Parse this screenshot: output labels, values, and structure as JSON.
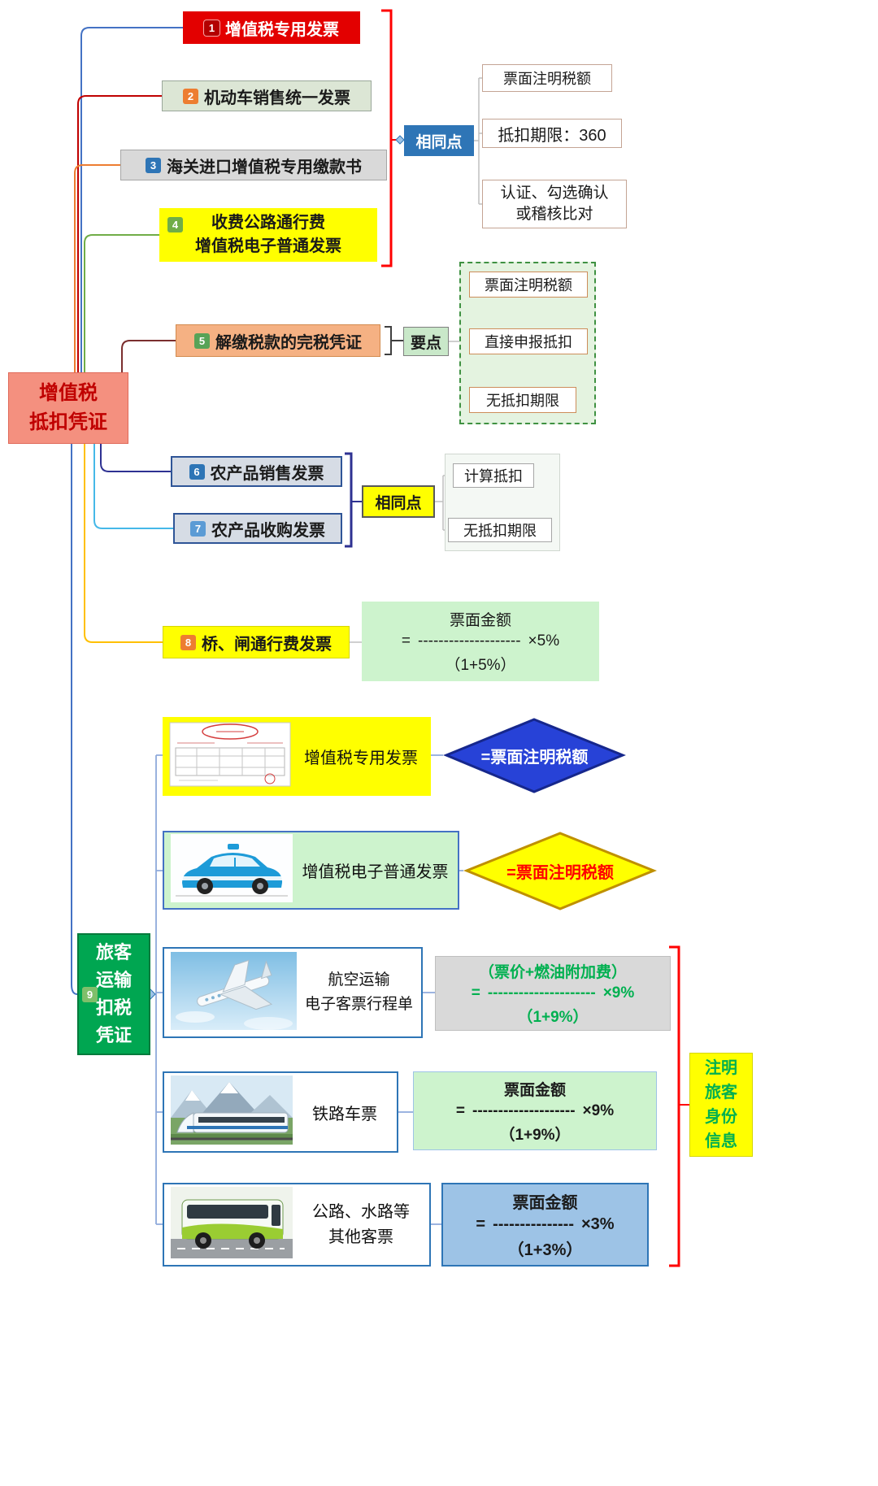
{
  "colors": {
    "root_bg": "#F4907F",
    "highlight_red": "#E30000",
    "highlight_yellow": "#FFFF00",
    "branch9_green": "#00A651",
    "header_blue": "#2E75B6",
    "formula_green_bg": "#CDF3CD",
    "formula_gray_bg": "#D9D9D9",
    "formula_blue_bg": "#9DC3E6",
    "result_diamond_blue": "#2742D7",
    "result_text_red": "#FF0000",
    "note_text_green": "#00B050"
  },
  "root": {
    "label": "增值税\n抵扣凭证"
  },
  "branches": {
    "n1": {
      "num": "1",
      "label": "增值税专用发票"
    },
    "n2": {
      "num": "2",
      "label": "机动车销售统一发票"
    },
    "n3": {
      "num": "3",
      "label": "海关进口增值税专用缴款书"
    },
    "n4": {
      "num": "4",
      "label": "收费公路通行费\n增值税电子普通发票"
    },
    "n5": {
      "num": "5",
      "label": "解缴税款的完税凭证"
    },
    "n6": {
      "num": "6",
      "label": "农产品销售发票"
    },
    "n7": {
      "num": "7",
      "label": "农产品收购发票"
    },
    "n8": {
      "num": "8",
      "label": "桥、闸通行费发票"
    },
    "n9": {
      "num": "9",
      "label": "旅客\n运输\n扣税\n凭证"
    }
  },
  "same_points_1": {
    "header": "相同点",
    "item1": "票面注明税额",
    "item2": "抵扣期限：360",
    "item3": "认证、勾选确认\n或稽核比对"
  },
  "key_points": {
    "header": "要点",
    "item1": "票面注明税额",
    "item2": "直接申报抵扣",
    "item3": "无抵扣期限"
  },
  "same_points_2": {
    "header": "相同点",
    "item1": "计算抵扣",
    "item2": "无抵扣期限"
  },
  "bridge_formula": {
    "numerator": "票面金额",
    "equals": "=",
    "fraction_line": "--------------------",
    "rate": "×5%",
    "denominator": "（1+5%）"
  },
  "passenger": {
    "special_invoice": {
      "label": "增值税专用发票",
      "result": "=票面注明税额"
    },
    "electronic_invoice": {
      "label": "增值税电子普通发票",
      "result": "=票面注明税额"
    },
    "air": {
      "label": "航空运输\n电子客票行程单",
      "formula": {
        "numerator": "（票价+燃油附加费）",
        "equals": "=",
        "fraction_line": "---------------------",
        "rate": "×9%",
        "denominator": "（1+9%）"
      }
    },
    "rail": {
      "label": "铁路车票",
      "formula": {
        "numerator": "票面金额",
        "equals": "=",
        "fraction_line": "--------------------",
        "rate": "×9%",
        "denominator": "（1+9%）"
      }
    },
    "road": {
      "label": "公路、水路等\n其他客票",
      "formula": {
        "numerator": "票面金额",
        "equals": "=",
        "fraction_line": "---------------",
        "rate": "×3%",
        "denominator": "（1+3%）"
      }
    },
    "note": "注明\n旅客\n身份\n信息"
  }
}
